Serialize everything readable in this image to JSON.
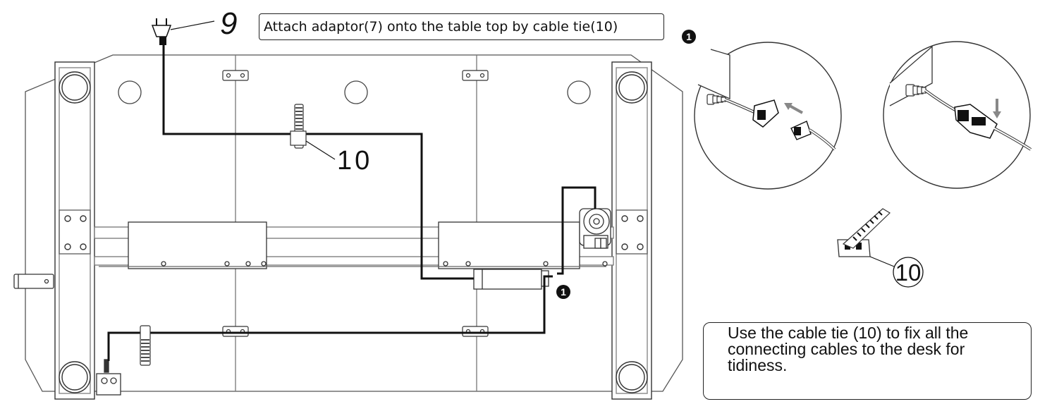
{
  "instruction": "Attach adaptor(7) onto the table top by cable tie(10)",
  "note": "Use the cable tie (10) to fix all the connecting cables to the desk for tidiness.",
  "callouts": {
    "power_plug": "9",
    "cable_tie_main": "10",
    "cable_tie_detail": "10",
    "step_marker": "1"
  },
  "colors": {
    "line": "#444444",
    "cable": "#111111",
    "marker_fill": "#111111",
    "marker_text": "#ffffff"
  }
}
